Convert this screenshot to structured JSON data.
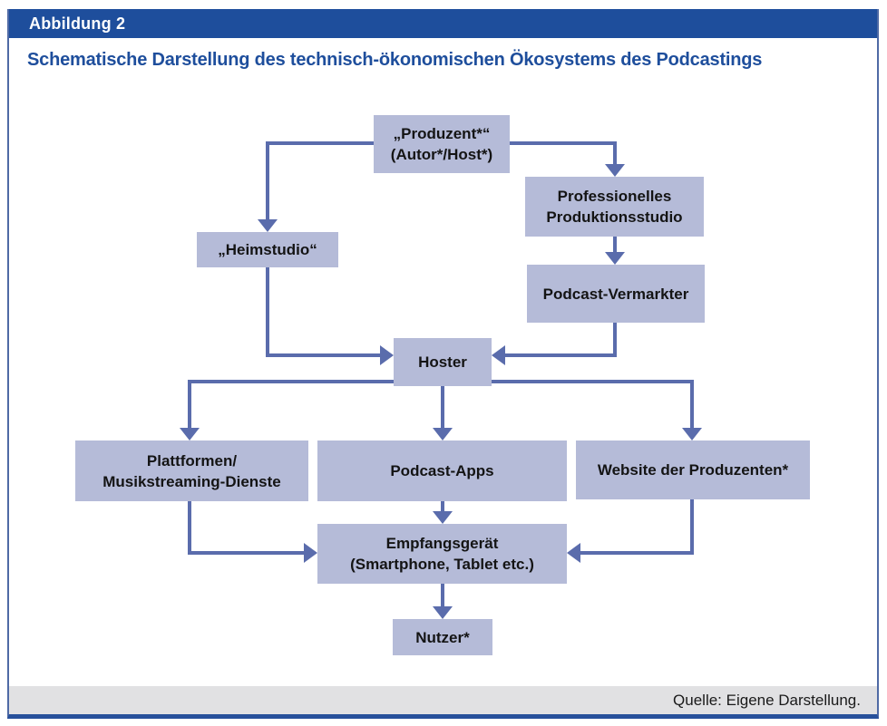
{
  "header": {
    "label": "Abbildung 2"
  },
  "title": "Schematische Darstellung des technisch-ökonomischen Ökosystems des Podcastings",
  "footer": {
    "source": "Quelle: Eigene Darstellung."
  },
  "colors": {
    "header_bar": "#1e4e9c",
    "title_text": "#1e4e9c",
    "node_fill": "#b5bbd8",
    "node_text": "#141414",
    "arrow": "#5a6cac",
    "frame_side": "#4f6aa5",
    "frame_bottom": "#27509b",
    "footer_background": "#e1e1e3"
  },
  "diagram": {
    "nodes": {
      "produzent": {
        "line1": "„Produzent*“",
        "line2": "(Autor*/Host*)"
      },
      "produktionsstudio": {
        "line1": "Professionelles",
        "line2": "Produktionsstudio"
      },
      "heimstudio": {
        "line1": "„Heimstudio“"
      },
      "vermarkter": {
        "line1": "Podcast-Vermarkter"
      },
      "hoster": {
        "line1": "Hoster"
      },
      "plattformen": {
        "line1": "Plattformen/",
        "line2": "Musikstreaming-Dienste"
      },
      "apps": {
        "line1": "Podcast-Apps"
      },
      "website": {
        "line1": "Website der Produzenten*"
      },
      "empfangsgeraet": {
        "line1": "Empfangsgerät",
        "line2": "(Smartphone, Tablet etc.)"
      },
      "nutzer": {
        "line1": "Nutzer*"
      }
    },
    "edges": [
      {
        "from": "produzent",
        "to": "heimstudio"
      },
      {
        "from": "produzent",
        "to": "produktionsstudio"
      },
      {
        "from": "produktionsstudio",
        "to": "vermarkter"
      },
      {
        "from": "heimstudio",
        "to": "hoster"
      },
      {
        "from": "vermarkter",
        "to": "hoster"
      },
      {
        "from": "hoster",
        "to": "plattformen"
      },
      {
        "from": "hoster",
        "to": "apps"
      },
      {
        "from": "hoster",
        "to": "website"
      },
      {
        "from": "plattformen",
        "to": "empfangsgeraet"
      },
      {
        "from": "apps",
        "to": "empfangsgeraet"
      },
      {
        "from": "website",
        "to": "empfangsgeraet"
      },
      {
        "from": "empfangsgeraet",
        "to": "nutzer"
      }
    ]
  }
}
